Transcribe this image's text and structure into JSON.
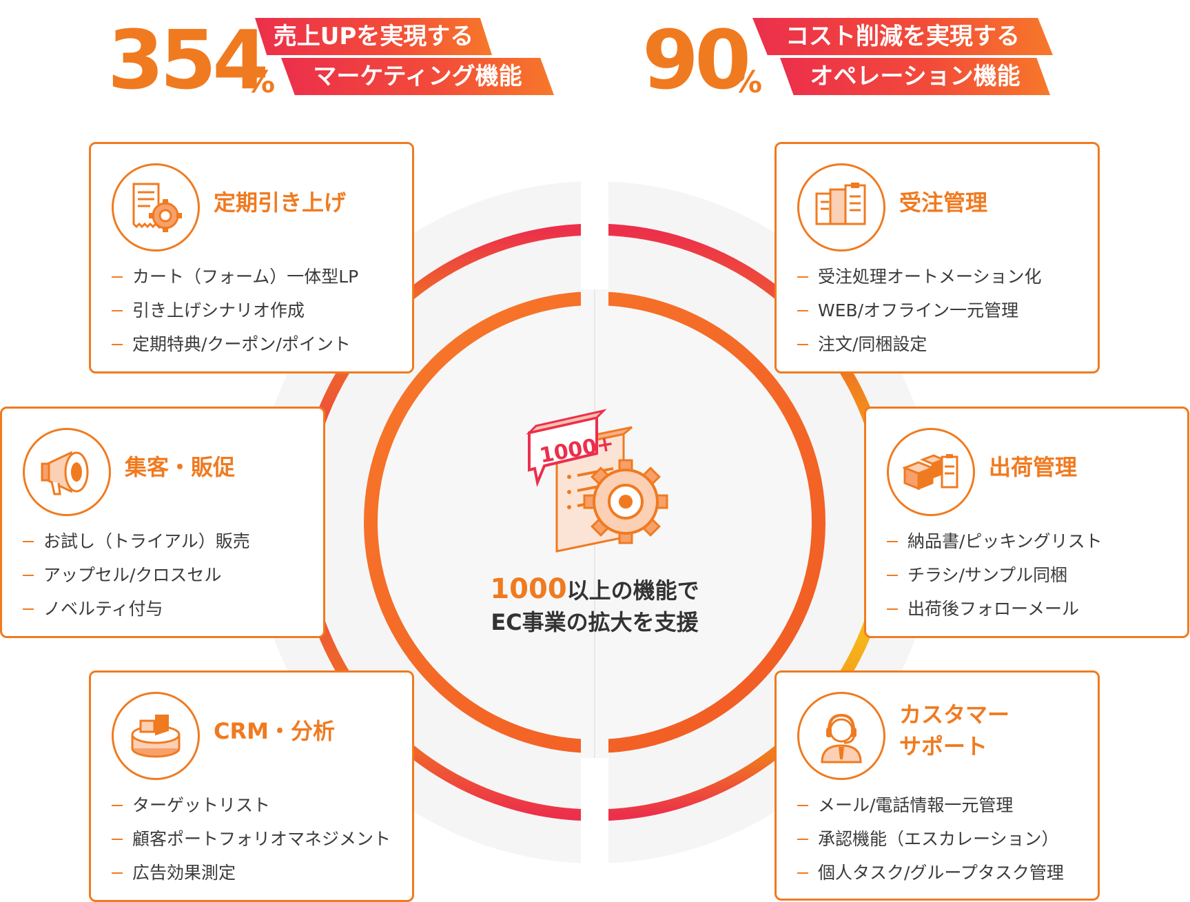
{
  "colors": {
    "accent": "#f07a1f",
    "red": "#ec2f4b",
    "yellow": "#f7b51a"
  },
  "marketing": {
    "stat_value": "354",
    "stat_unit": "%",
    "ribbon_line1": "売上UPを実現する",
    "ribbon_line2": "マーケティング機能"
  },
  "operations": {
    "stat_value": "90",
    "stat_unit": "%",
    "ribbon_line1": "コスト削減を実現する",
    "ribbon_line2": "オペレーション機能"
  },
  "center": {
    "badge_text": "1000+",
    "highlight": "1000",
    "line1_rest": "以上の機能で",
    "line2": "EC事業の拡大を支援"
  },
  "cards": [
    {
      "title": "定期引き上げ",
      "icon": "receipt-gear-icon",
      "items": [
        "カート（フォーム）一体型LP",
        "引き上げシナリオ作成",
        "定期特典/クーポン/ポイント"
      ]
    },
    {
      "title": "集客・販促",
      "icon": "megaphone-icon",
      "items": [
        "お試し（トライアル）販売",
        "アップセル/クロスセル",
        "ノベルティ付与"
      ]
    },
    {
      "title": "CRM・分析",
      "icon": "pie-chart-icon",
      "items": [
        "ターゲットリスト",
        "顧客ポートフォリオマネジメント",
        "広告効果測定"
      ]
    },
    {
      "title": "受注管理",
      "icon": "clipboard-icon",
      "items": [
        "受注処理オートメーション化",
        "WEB/オフライン一元管理",
        "注文/同梱設定"
      ]
    },
    {
      "title": "出荷管理",
      "icon": "boxes-icon",
      "items": [
        "納品書/ピッキングリスト",
        "チラシ/サンプル同梱",
        "出荷後フォローメール"
      ]
    },
    {
      "title": "カスタマー\nサポート",
      "icon": "headset-operator-icon",
      "items": [
        "メール/電話情報一元管理",
        "承認機能（エスカレーション）",
        "個人タスク/グループタスク管理"
      ]
    }
  ]
}
